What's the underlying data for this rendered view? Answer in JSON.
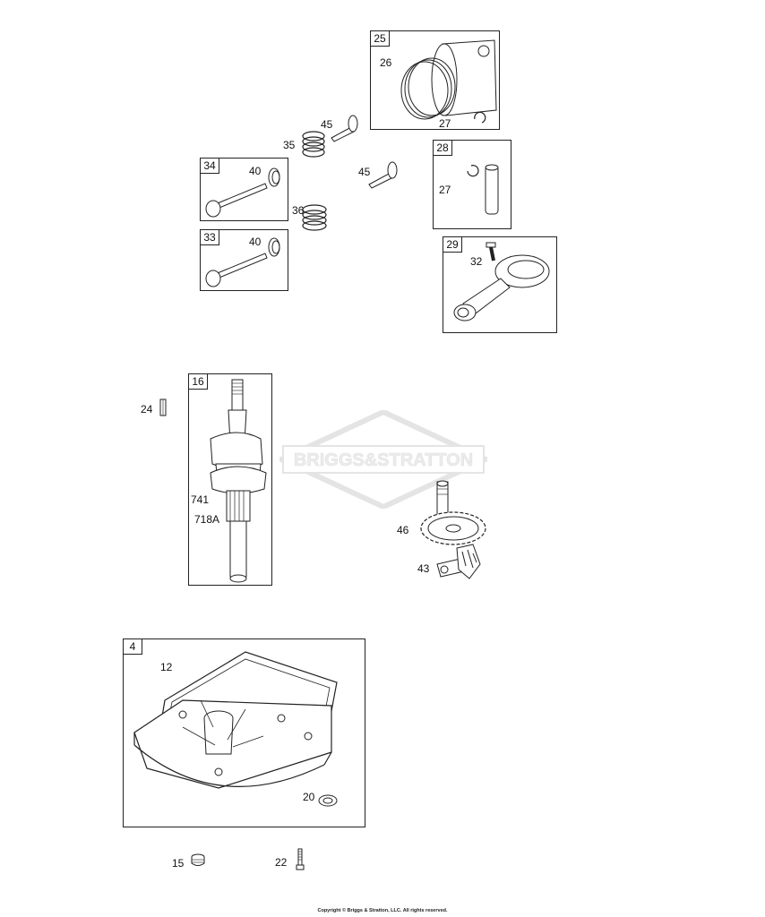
{
  "watermark": {
    "text": "BRIGGS&STRATTON"
  },
  "copyright": "Copyright © Briggs & Stratton, LLC. All rights reserved.",
  "boxes": {
    "b25": "25",
    "b28": "28",
    "b34": "34",
    "b33": "33",
    "b29": "29",
    "b16": "16",
    "b4": "4"
  },
  "labels": {
    "l26": "26",
    "l27a": "27",
    "l27b": "27",
    "l45a": "45",
    "l45b": "45",
    "l35": "35",
    "l36": "36",
    "l40a": "40",
    "l40b": "40",
    "l32": "32",
    "l24": "24",
    "l741": "741",
    "l718a": "718A",
    "l46": "46",
    "l43": "43",
    "l12": "12",
    "l20": "20",
    "l15": "15",
    "l22": "22"
  }
}
